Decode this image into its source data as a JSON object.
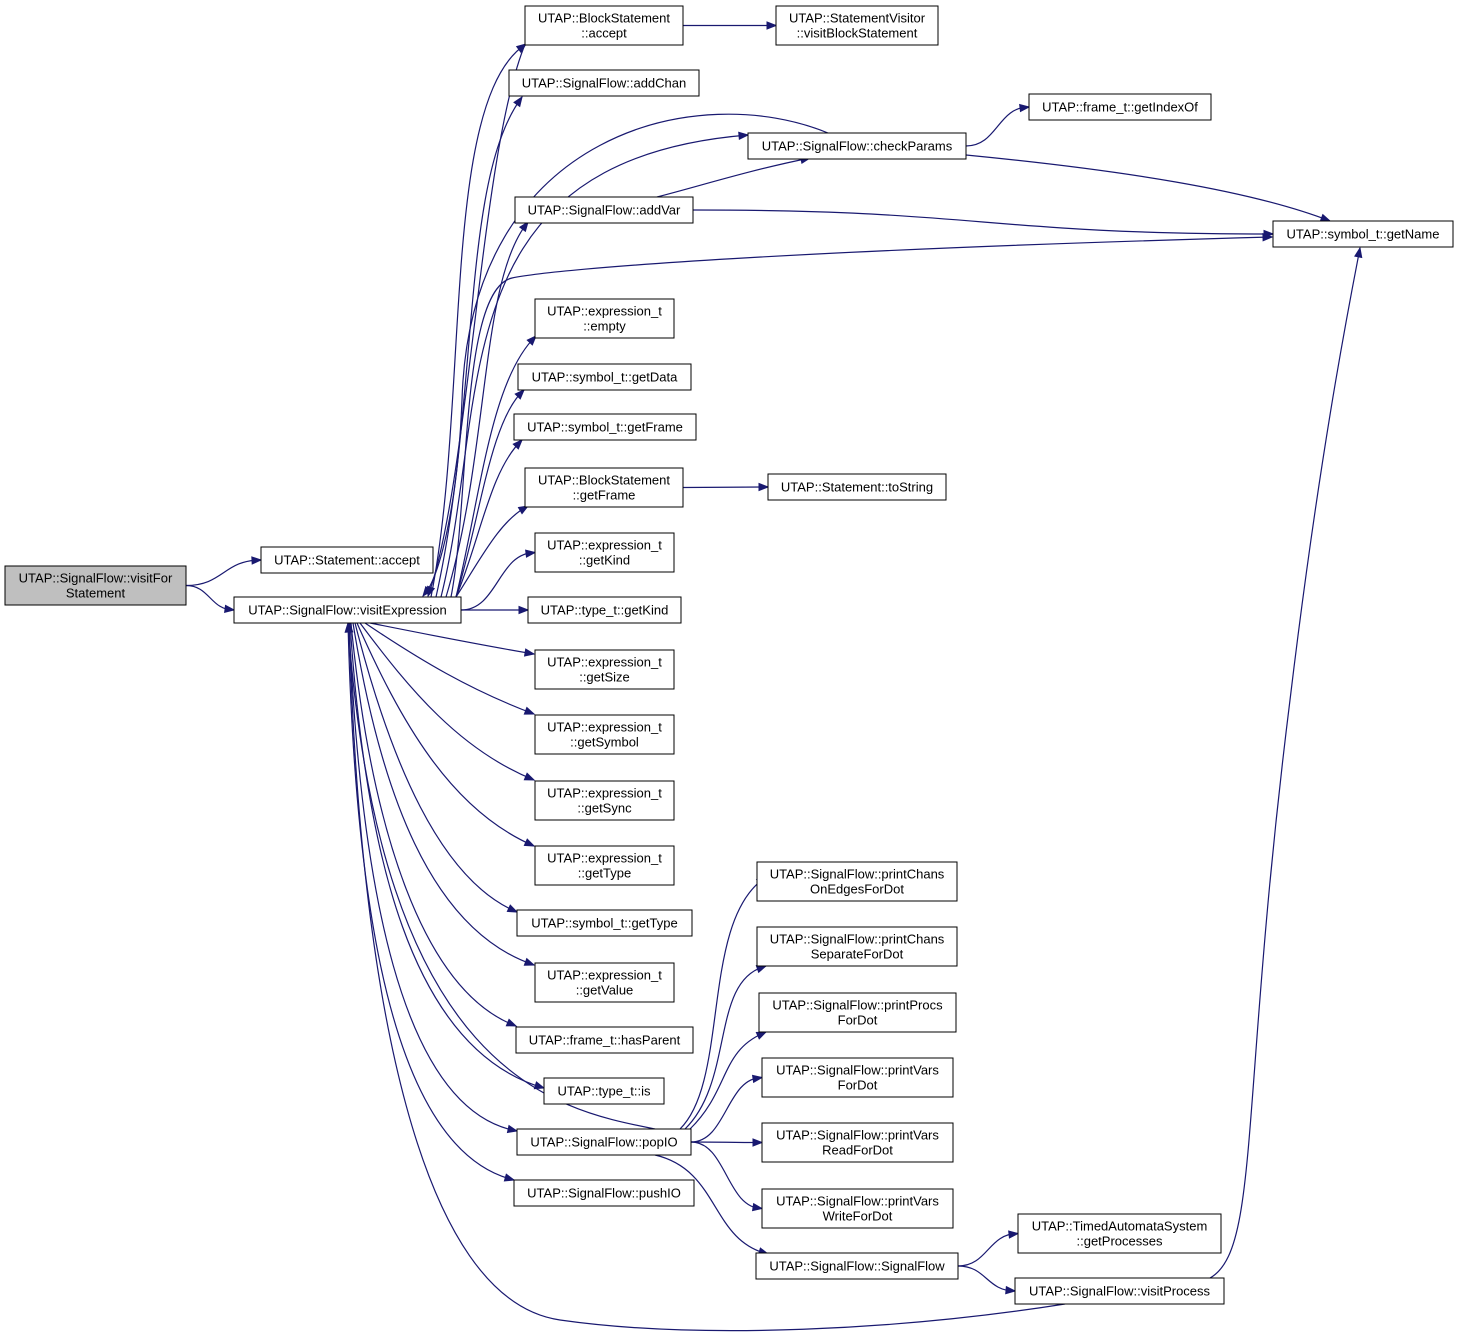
{
  "graph": {
    "title": "",
    "colors": {
      "edge": "#191970",
      "root_fill": "#bfbfbf",
      "node_fill": "#ffffff",
      "node_border": "#000000"
    },
    "nodes": [
      {
        "id": "root",
        "lines": [
          "UTAP::SignalFlow::visitFor",
          "Statement"
        ],
        "highlighted": true
      },
      {
        "id": "stmt_accept",
        "lines": [
          "UTAP::Statement::accept"
        ]
      },
      {
        "id": "visitExpression",
        "lines": [
          "UTAP::SignalFlow::visitExpression"
        ]
      },
      {
        "id": "block_accept",
        "lines": [
          "UTAP::BlockStatement",
          "::accept"
        ]
      },
      {
        "id": "visitBlockStatement",
        "lines": [
          "UTAP::StatementVisitor",
          "::visitBlockStatement"
        ]
      },
      {
        "id": "addChan",
        "lines": [
          "UTAP::SignalFlow::addChan"
        ]
      },
      {
        "id": "getIndexOf",
        "lines": [
          "UTAP::frame_t::getIndexOf"
        ]
      },
      {
        "id": "checkParams",
        "lines": [
          "UTAP::SignalFlow::checkParams"
        ]
      },
      {
        "id": "addVar",
        "lines": [
          "UTAP::SignalFlow::addVar"
        ]
      },
      {
        "id": "getName",
        "lines": [
          "UTAP::symbol_t::getName"
        ]
      },
      {
        "id": "expr_empty",
        "lines": [
          "UTAP::expression_t",
          "::empty"
        ]
      },
      {
        "id": "sym_getData",
        "lines": [
          "UTAP::symbol_t::getData"
        ]
      },
      {
        "id": "sym_getFrame",
        "lines": [
          "UTAP::symbol_t::getFrame"
        ]
      },
      {
        "id": "block_getFrame",
        "lines": [
          "UTAP::BlockStatement",
          "::getFrame"
        ]
      },
      {
        "id": "stmt_toString",
        "lines": [
          "UTAP::Statement::toString"
        ]
      },
      {
        "id": "expr_getKind",
        "lines": [
          "UTAP::expression_t",
          "::getKind"
        ]
      },
      {
        "id": "type_getKind",
        "lines": [
          "UTAP::type_t::getKind"
        ]
      },
      {
        "id": "expr_getSize",
        "lines": [
          "UTAP::expression_t",
          "::getSize"
        ]
      },
      {
        "id": "expr_getSymbol",
        "lines": [
          "UTAP::expression_t",
          "::getSymbol"
        ]
      },
      {
        "id": "expr_getSync",
        "lines": [
          "UTAP::expression_t",
          "::getSync"
        ]
      },
      {
        "id": "expr_getType",
        "lines": [
          "UTAP::expression_t",
          "::getType"
        ]
      },
      {
        "id": "sym_getType",
        "lines": [
          "UTAP::symbol_t::getType"
        ]
      },
      {
        "id": "expr_getValue",
        "lines": [
          "UTAP::expression_t",
          "::getValue"
        ]
      },
      {
        "id": "hasParent",
        "lines": [
          "UTAP::frame_t::hasParent"
        ]
      },
      {
        "id": "type_is",
        "lines": [
          "UTAP::type_t::is"
        ]
      },
      {
        "id": "popIO",
        "lines": [
          "UTAP::SignalFlow::popIO"
        ]
      },
      {
        "id": "pushIO",
        "lines": [
          "UTAP::SignalFlow::pushIO"
        ]
      },
      {
        "id": "printChansOnEdges",
        "lines": [
          "UTAP::SignalFlow::printChans",
          "OnEdgesForDot"
        ]
      },
      {
        "id": "printChansSeparate",
        "lines": [
          "UTAP::SignalFlow::printChans",
          "SeparateForDot"
        ]
      },
      {
        "id": "printProcs",
        "lines": [
          "UTAP::SignalFlow::printProcs",
          "ForDot"
        ]
      },
      {
        "id": "printVars",
        "lines": [
          "UTAP::SignalFlow::printVars",
          "ForDot"
        ]
      },
      {
        "id": "printVarsRead",
        "lines": [
          "UTAP::SignalFlow::printVars",
          "ReadForDot"
        ]
      },
      {
        "id": "printVarsWrite",
        "lines": [
          "UTAP::SignalFlow::printVars",
          "WriteForDot"
        ]
      },
      {
        "id": "getProcesses",
        "lines": [
          "UTAP::TimedAutomataSystem",
          "::getProcesses"
        ]
      },
      {
        "id": "signalFlowCtor",
        "lines": [
          "UTAP::SignalFlow::SignalFlow"
        ]
      },
      {
        "id": "visitProcess",
        "lines": [
          "UTAP::SignalFlow::visitProcess"
        ]
      }
    ],
    "edges": [
      [
        "root",
        "stmt_accept"
      ],
      [
        "root",
        "visitExpression"
      ],
      [
        "visitExpression",
        "block_accept"
      ],
      [
        "visitExpression",
        "addChan"
      ],
      [
        "visitExpression",
        "checkParams"
      ],
      [
        "visitExpression",
        "addVar"
      ],
      [
        "visitExpression",
        "getName"
      ],
      [
        "visitExpression",
        "expr_empty"
      ],
      [
        "visitExpression",
        "sym_getData"
      ],
      [
        "visitExpression",
        "sym_getFrame"
      ],
      [
        "visitExpression",
        "block_getFrame"
      ],
      [
        "visitExpression",
        "expr_getKind"
      ],
      [
        "visitExpression",
        "type_getKind"
      ],
      [
        "visitExpression",
        "expr_getSize"
      ],
      [
        "visitExpression",
        "expr_getSymbol"
      ],
      [
        "visitExpression",
        "expr_getSync"
      ],
      [
        "visitExpression",
        "expr_getType"
      ],
      [
        "visitExpression",
        "sym_getType"
      ],
      [
        "visitExpression",
        "expr_getValue"
      ],
      [
        "visitExpression",
        "hasParent"
      ],
      [
        "visitExpression",
        "type_is"
      ],
      [
        "visitExpression",
        "popIO"
      ],
      [
        "visitExpression",
        "pushIO"
      ],
      [
        "block_accept",
        "visitBlockStatement"
      ],
      [
        "block_accept",
        "visitExpression"
      ],
      [
        "checkParams",
        "getIndexOf"
      ],
      [
        "checkParams",
        "getName"
      ],
      [
        "checkParams",
        "visitExpression"
      ],
      [
        "addVar",
        "checkParams"
      ],
      [
        "addVar",
        "getName"
      ],
      [
        "block_getFrame",
        "stmt_toString"
      ],
      [
        "popIO",
        "printChansOnEdges"
      ],
      [
        "popIO",
        "printChansSeparate"
      ],
      [
        "popIO",
        "printProcs"
      ],
      [
        "popIO",
        "printVars"
      ],
      [
        "popIO",
        "printVarsRead"
      ],
      [
        "popIO",
        "printVarsWrite"
      ],
      [
        "popIO",
        "signalFlowCtor"
      ],
      [
        "popIO",
        "visitExpression"
      ],
      [
        "signalFlowCtor",
        "getProcesses"
      ],
      [
        "signalFlowCtor",
        "visitProcess"
      ],
      [
        "visitProcess",
        "getName"
      ],
      [
        "visitProcess",
        "visitExpression"
      ]
    ]
  }
}
